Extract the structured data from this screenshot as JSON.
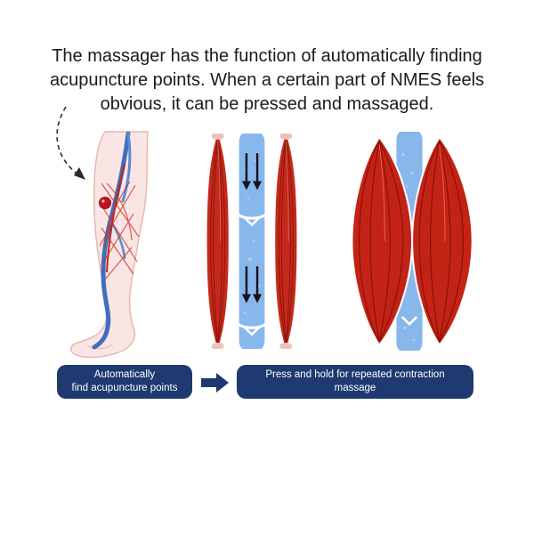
{
  "headline": {
    "lines": [
      "The massager has the function of automatically finding",
      "acupuncture points. When a certain part of NMES feels",
      "obvious, it can be pressed and massaged."
    ]
  },
  "flow": {
    "left_pill": {
      "lines": [
        "Automatically",
        "find acupuncture points"
      ]
    },
    "arrow_icon": "arrow-right-icon",
    "right_pill": {
      "lines": [
        "Press and hold for repeated contraction",
        "massage"
      ]
    }
  },
  "figures": {
    "leg": "leg-acupuncture-point-illustration",
    "relaxed": "relaxed-muscle-blood-flow-illustration",
    "contracted": "contracted-muscle-squeeze-illustration"
  },
  "colors": {
    "pill_navy": "#1e3a70",
    "muscle_red": "#c3291c",
    "muscle_striation": "#8e150c",
    "vein_blue": "#88b7ec",
    "vein_deep_blue": "#3e6fc0",
    "skin_pink": "#f9e6e4",
    "skin_outline": "#eab6b0",
    "acupoint_red": "#c01420",
    "text_black": "#1b1b1b"
  }
}
